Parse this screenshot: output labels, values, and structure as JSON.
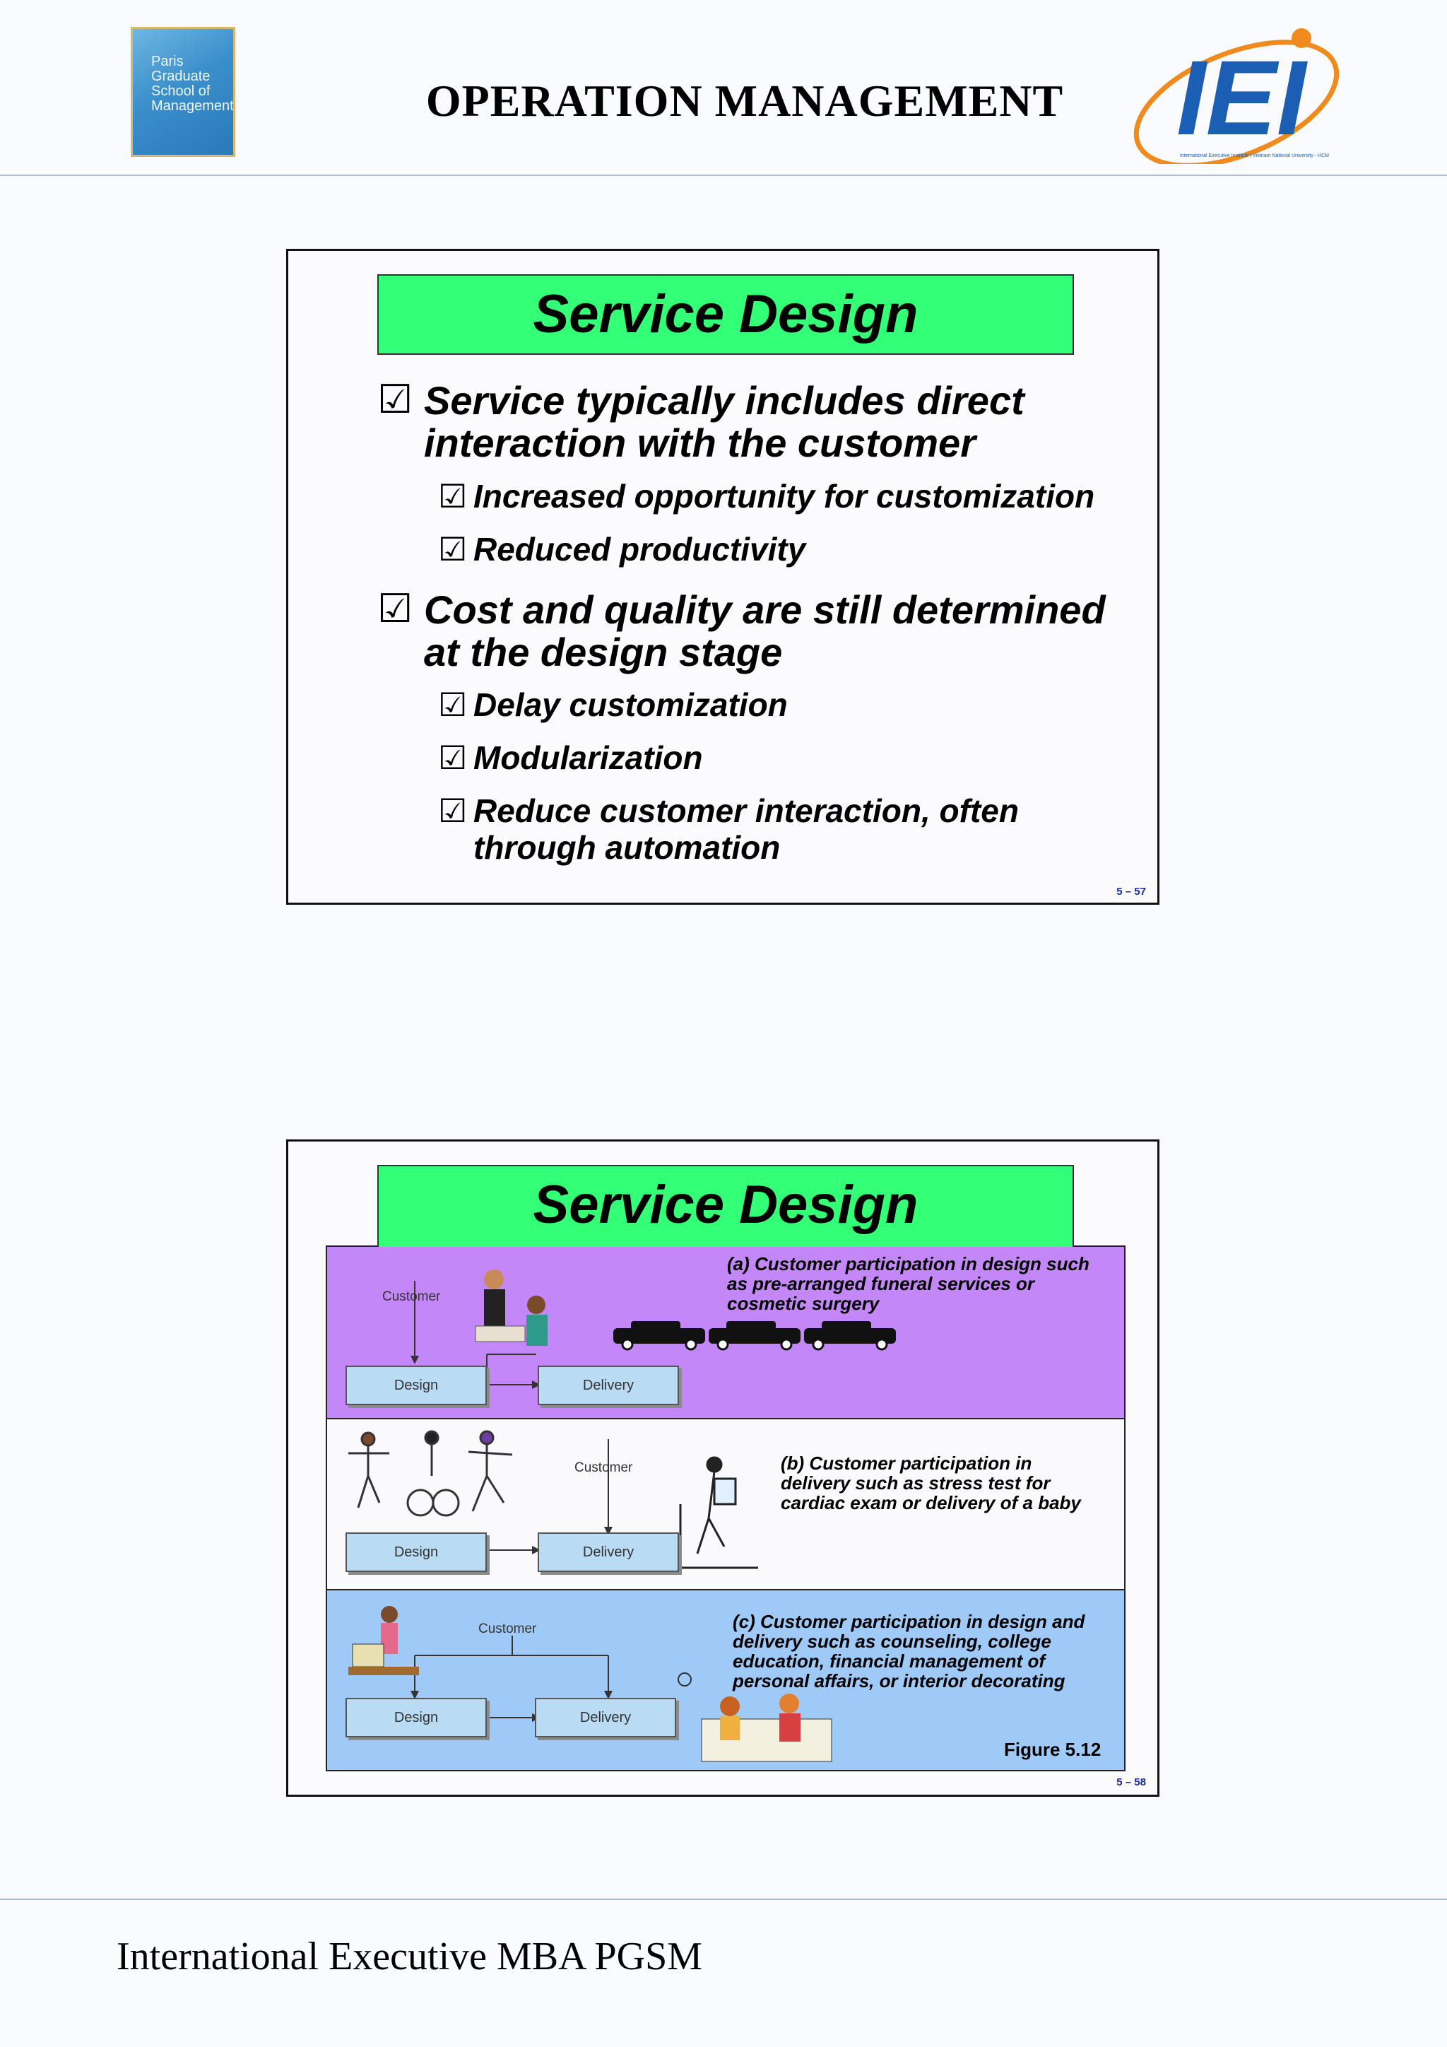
{
  "header": {
    "left_logo_lines": [
      "Paris",
      "Graduate",
      "School of",
      "Management"
    ],
    "title": "OPERATION MANAGEMENT",
    "right_logo_text": "IEI",
    "right_logo_tagline": "International Executive Institute | Vietnam National University - HCM"
  },
  "slide1": {
    "title": "Service Design",
    "bullets": [
      {
        "text": "Service typically includes direct interaction with the customer",
        "subs": [
          "Increased opportunity for customization",
          "Reduced productivity"
        ]
      },
      {
        "text": "Cost and quality are still determined at the design stage",
        "subs": [
          "Delay customization",
          "Modularization",
          "Reduce customer interaction, often through automation"
        ]
      }
    ],
    "page_num": "5 – 57"
  },
  "slide2": {
    "title": "Service Design",
    "panels": [
      {
        "customer": "Customer",
        "design": "Design",
        "delivery": "Delivery",
        "caption": "(a) Customer participation in design such as pre-arranged funeral services or cosmetic surgery"
      },
      {
        "customer": "Customer",
        "design": "Design",
        "delivery": "Delivery",
        "caption": "(b) Customer participation in delivery such as stress test for cardiac exam or delivery of a baby"
      },
      {
        "customer": "Customer",
        "design": "Design",
        "delivery": "Delivery",
        "caption": "(c) Customer participation in design and delivery such as counseling, college education, financial management of personal affairs, or interior decorating"
      }
    ],
    "figure_label": "Figure 5.12",
    "page_num": "5 – 58"
  },
  "footer": {
    "text": "International Executive MBA PGSM"
  },
  "colors": {
    "title_bar": "#33ff77",
    "panel_a": "#c387f7",
    "panel_b": "#fafafc",
    "panel_c": "#9fcaf7",
    "box_fill": "#b9dcf4",
    "logo_blue": "#1a5fb4",
    "logo_orange": "#f08a1c"
  }
}
